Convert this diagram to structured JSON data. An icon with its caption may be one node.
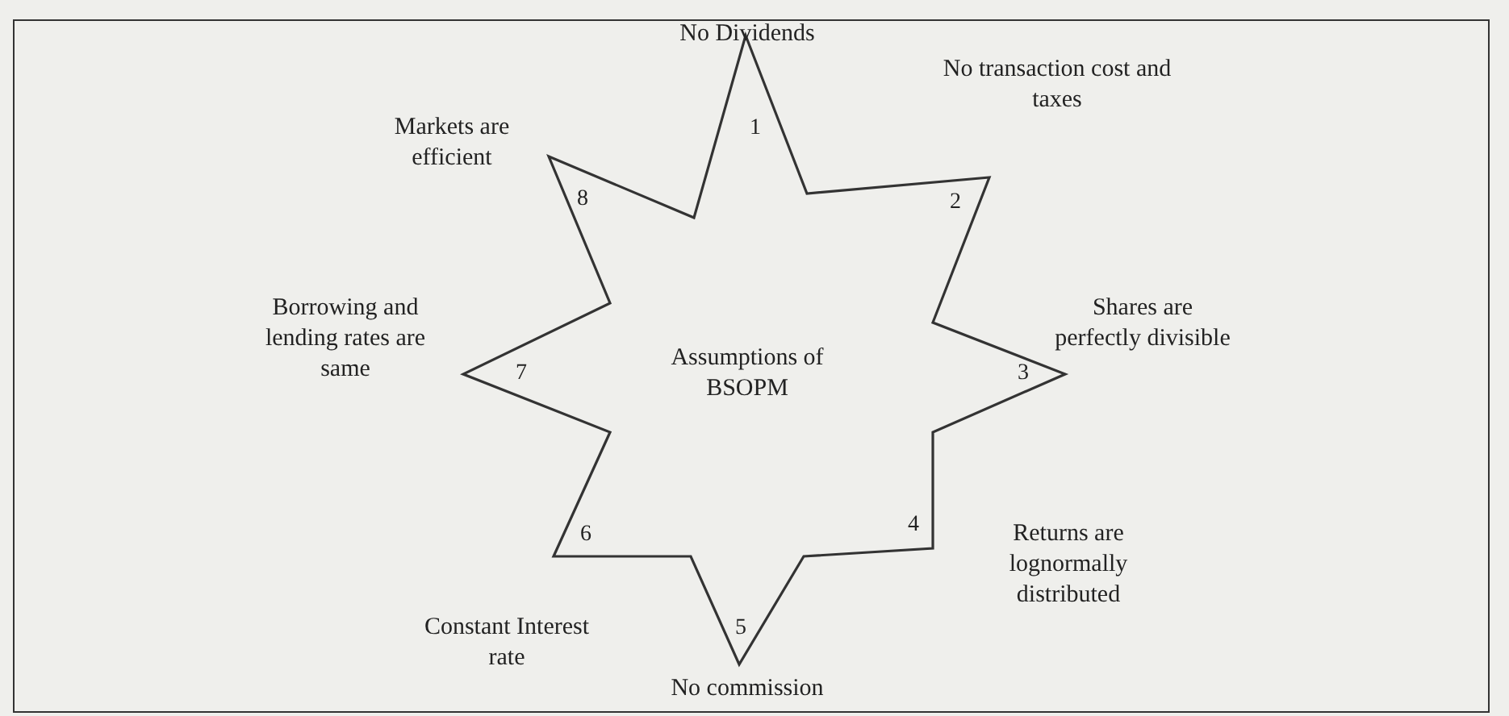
{
  "diagram": {
    "nodes": [
      {
        "text": [
          "Assumptions of BSOPM"
        ]
      }
    ],
    "edges": [],
    "labels": [
      "No Dividends",
      "1",
      "No transaction cost and taxes",
      "2",
      "Shares are perfectly divisible",
      "3",
      "Returns are lognormally distributed",
      "4",
      "No commission",
      "5",
      "Constant Interest rate",
      "6",
      "Borrowing and lending rates are same",
      "7",
      "Markets are efficient",
      "8"
    ]
  }
}
